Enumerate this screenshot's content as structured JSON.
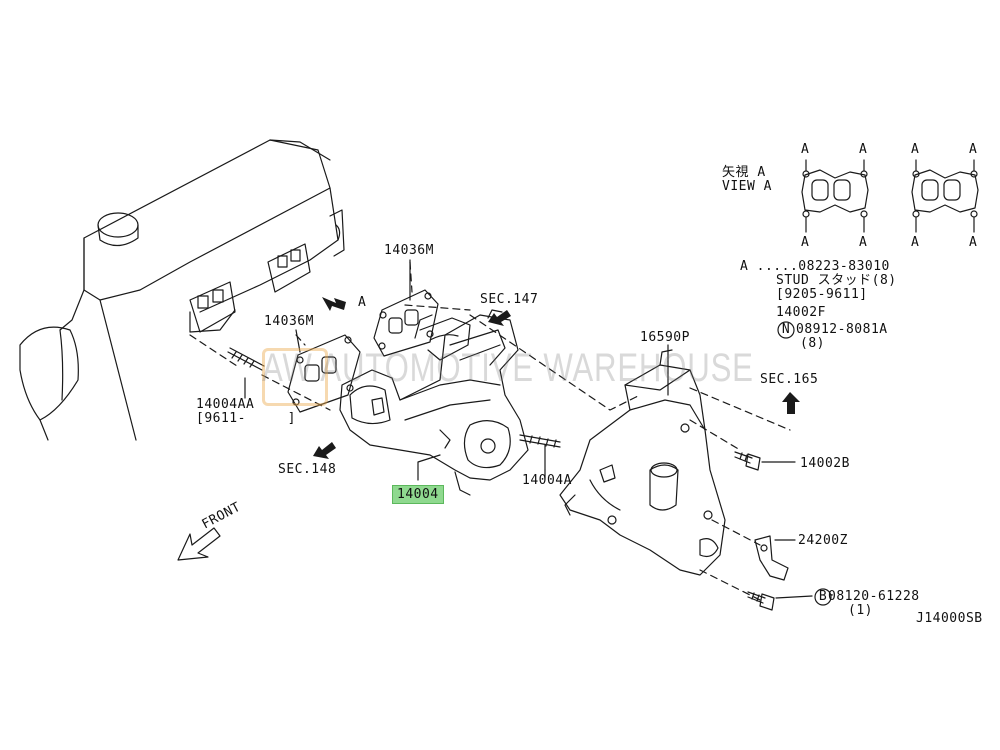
{
  "labels": {
    "p14036m_top": "14036M",
    "p14036m_left": "14036M",
    "arrow_a": "A",
    "sec147": "SEC.147",
    "sec148": "SEC.148",
    "sec165": "SEC.165",
    "p16590p": "16590P",
    "p14004aa": "14004AA",
    "p14004aa_range": "[9611-     ]",
    "p14004": "14004",
    "p14004a": "14004A",
    "p14002b": "14002B",
    "p24200z": "24200Z",
    "bolt_b": "08120-61228",
    "bolt_b_qty": "(1)",
    "front": "FRONT",
    "diagram_id": "J14000SB"
  },
  "view_a": {
    "title_jp": "矢視 A",
    "title_en": "VIEW A",
    "stud_line1": "A .....08223-83010",
    "stud_line2": "STUD スタッド(8)",
    "stud_line3": "[9205-9611]",
    "nut_part": "14002F",
    "nut_number": "08912-8081A",
    "nut_qty": "(8)",
    "nut_circle": "N",
    "bolt_circle": "B",
    "corner_letter": "A"
  },
  "watermark": {
    "box_text": "AW",
    "text": "AUTOMOTIVE WAREHOUSE"
  },
  "colors": {
    "line": "#1a1a1a",
    "highlight": "#8fd98f"
  }
}
